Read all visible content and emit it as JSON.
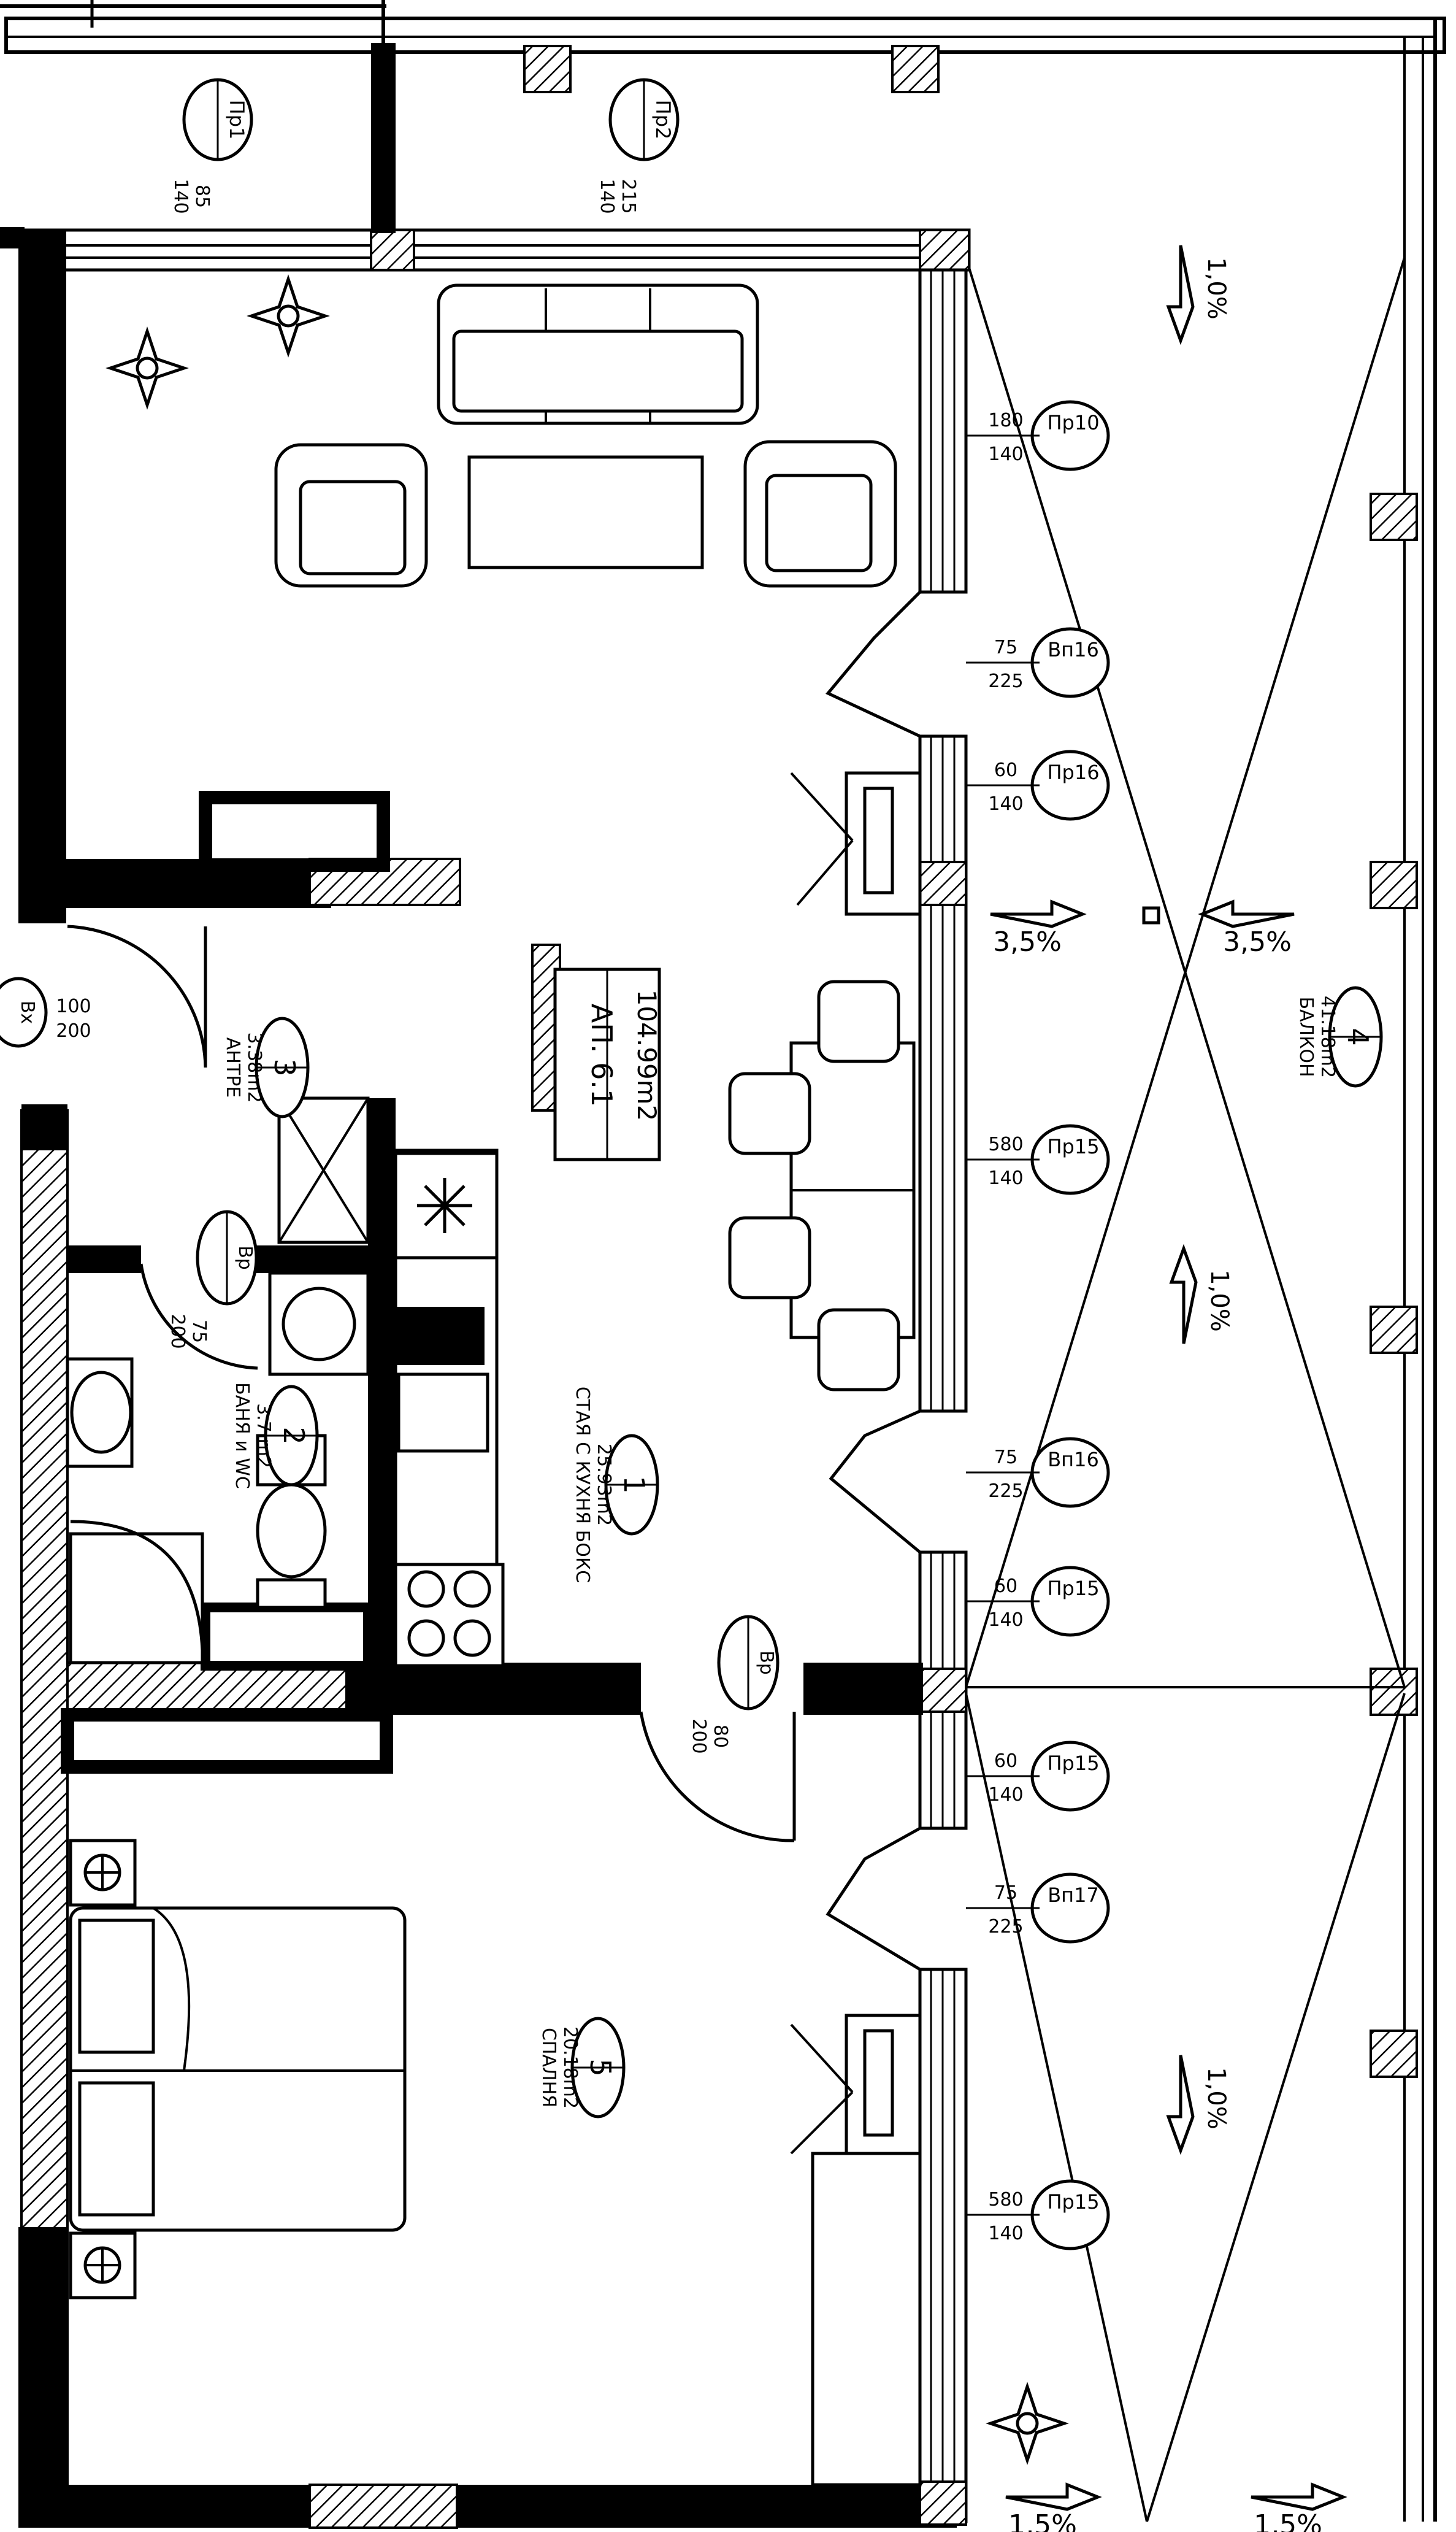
{
  "apartment": {
    "name": "АП. 6.1",
    "area": "104.99m2"
  },
  "rooms": [
    {
      "number": "1",
      "name": "СТАЯ С КУХНЯ БОКС",
      "area": "25.93m2"
    },
    {
      "number": "2",
      "name": "БАНЯ и WC",
      "area": "3.7 m2"
    },
    {
      "number": "3",
      "name": "АНТРЕ",
      "area": "3.38m2"
    },
    {
      "number": "4",
      "name": "БАЛКОН",
      "area": "41.18m2"
    },
    {
      "number": "5",
      "name": "СПАЛНЯ",
      "area": "20.18m2"
    }
  ],
  "slopes": [
    "1,0%",
    "1,0%",
    "3,5%",
    "3,5%",
    "1,0%",
    "1,0%",
    "1,5%",
    "1,5%"
  ],
  "windows": [
    {
      "id": "Пр1",
      "w": "85",
      "h": "140"
    },
    {
      "id": "Пр2",
      "w": "215",
      "h": "140"
    },
    {
      "id": "Пр10",
      "w": "180",
      "h": "140"
    },
    {
      "id": "Вп16",
      "w": "75",
      "h": "225"
    },
    {
      "id": "Пр16",
      "w": "60",
      "h": "140"
    },
    {
      "id": "Пр15",
      "w": "580",
      "h": "140"
    },
    {
      "id": "Вп16",
      "w": "75",
      "h": "225"
    },
    {
      "id": "Пр15",
      "w": "60",
      "h": "140"
    },
    {
      "id": "Пр15",
      "w": "60",
      "h": "140"
    },
    {
      "id": "Вп17",
      "w": "75",
      "h": "225"
    },
    {
      "id": "Пр15",
      "w": "580",
      "h": "140"
    }
  ],
  "doors": [
    {
      "id": "Вх",
      "w": "100",
      "h": "200"
    },
    {
      "id": "Вр",
      "w": "75",
      "h": "200"
    },
    {
      "id": "Вр",
      "w": "80",
      "h": "200"
    }
  ],
  "colors": {
    "ink": "#000000",
    "paper": "#ffffff"
  }
}
